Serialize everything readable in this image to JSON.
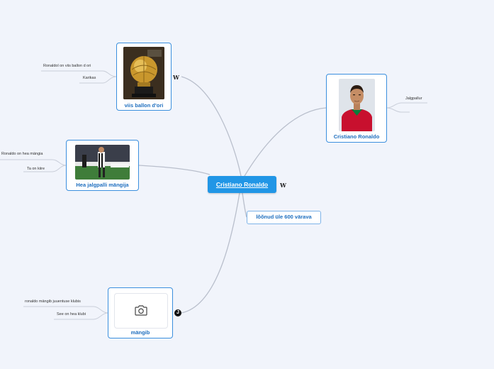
{
  "central": {
    "title": "Cristiano Ronaldo"
  },
  "nodes": {
    "ballon": {
      "label": "viis ballon d'ori",
      "image_alt": "golden-ball-trophy",
      "children": [
        "Ronaldol on viis ballon d ori",
        "Karikas"
      ]
    },
    "player": {
      "label": "Hea jalgpalli  mängija",
      "image_alt": "ronaldo-on-pitch",
      "children": [
        "Ronaldo on hea mängia",
        "Ta on kiire"
      ]
    },
    "juventus": {
      "label": "mängib",
      "children": [
        "ronaldo mängib juuentuse klubis",
        "See on hea klubi"
      ]
    },
    "portrait": {
      "label": "Cristiano Ronaldo",
      "image_alt": "ronaldo-portrait",
      "children": [
        "Jalgpallur",
        ""
      ]
    },
    "goals": {
      "label": "lõõnud üle 600 värava"
    }
  },
  "icons": {
    "wiki_ballon": "W",
    "wiki_central": "W",
    "juventus_badge": "J"
  },
  "colors": {
    "background": "#f1f4fb",
    "central_fill": "#2196e6",
    "node_border": "#3b8fde",
    "label_text": "#1f6fbf",
    "connector": "#b9bfcc"
  }
}
